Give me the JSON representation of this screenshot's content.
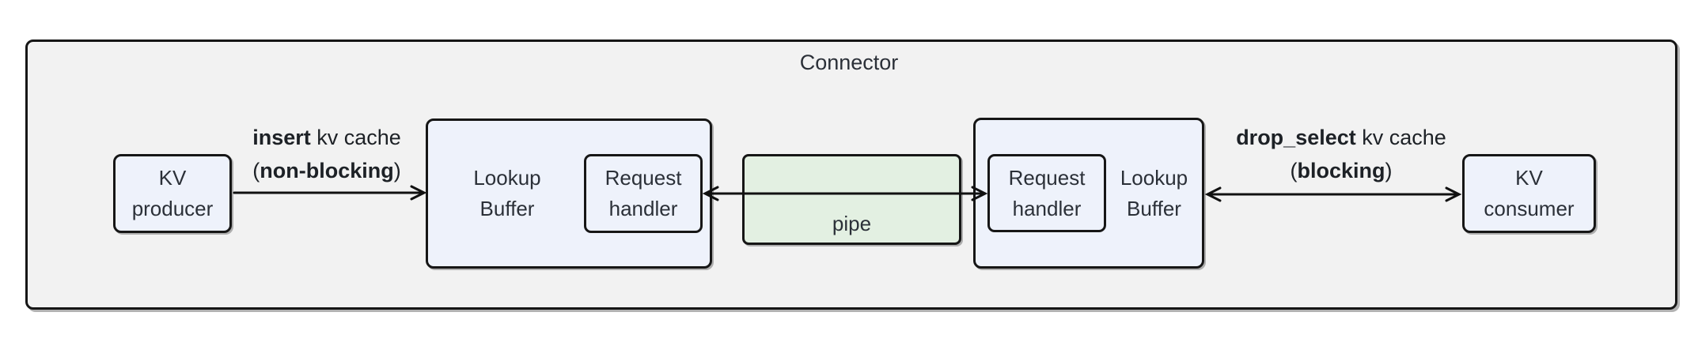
{
  "diagram": {
    "title": "Connector",
    "nodes": {
      "kv_producer": [
        "KV",
        "producer"
      ],
      "lookup_buffer_left": [
        "Lookup",
        "Buffer"
      ],
      "request_handler_left": [
        "Request",
        "handler"
      ],
      "pipe": "pipe",
      "request_handler_right": [
        "Request",
        "handler"
      ],
      "lookup_buffer_right": [
        "Lookup",
        "Buffer"
      ],
      "kv_consumer": [
        "KV",
        "consumer"
      ]
    },
    "edges": {
      "insert": {
        "verb": "insert",
        "rest": " kv cache",
        "open_paren": "(",
        "mode": "non-blocking",
        "close_paren": ")",
        "direction": "right"
      },
      "drop_select": {
        "verb": "drop_select",
        "rest": " kv cache",
        "open_paren": "(",
        "mode": "blocking",
        "close_paren": ")",
        "direction": "both"
      },
      "pipe_link": {
        "direction": "both"
      }
    },
    "colors": {
      "frame_fill": "#f2f2f2",
      "node_fill": "#eef2fb",
      "pipe_fill": "#e3f0e2",
      "border": "#161616",
      "node_text": "#2b3038",
      "edge_label_text": "#1d2126"
    }
  }
}
